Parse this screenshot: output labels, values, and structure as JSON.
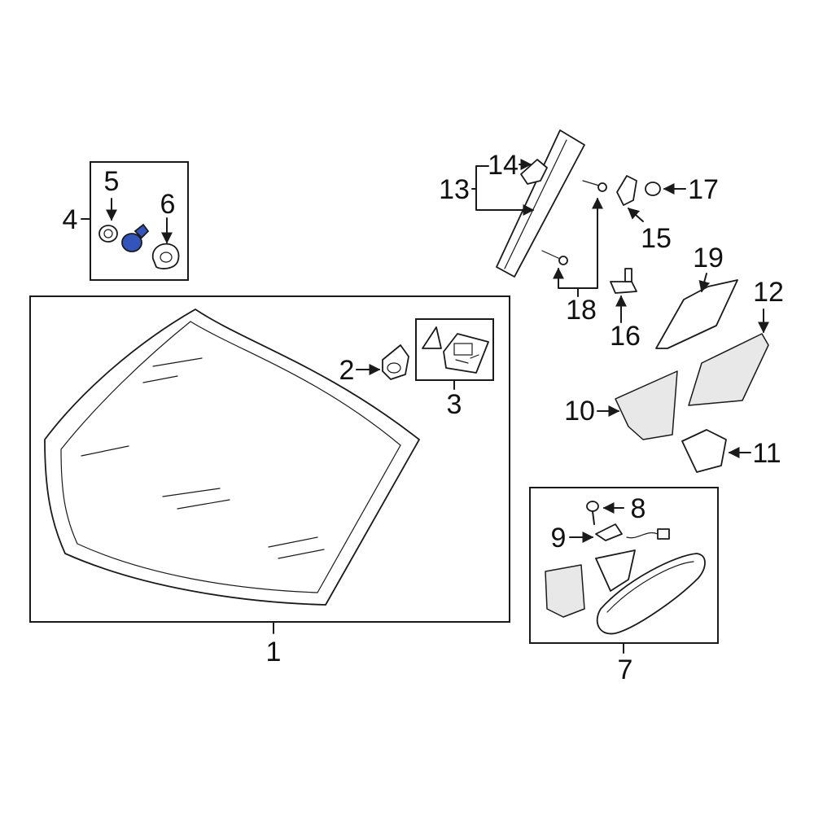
{
  "callouts": [
    {
      "id": "1",
      "label": "1"
    },
    {
      "id": "2",
      "label": "2"
    },
    {
      "id": "3",
      "label": "3"
    },
    {
      "id": "4",
      "label": "4"
    },
    {
      "id": "5",
      "label": "5"
    },
    {
      "id": "6",
      "label": "6"
    },
    {
      "id": "7",
      "label": "7"
    },
    {
      "id": "8",
      "label": "8"
    },
    {
      "id": "9",
      "label": "9"
    },
    {
      "id": "10",
      "label": "10"
    },
    {
      "id": "11",
      "label": "11"
    },
    {
      "id": "12",
      "label": "12"
    },
    {
      "id": "13",
      "label": "13"
    },
    {
      "id": "14",
      "label": "14"
    },
    {
      "id": "15",
      "label": "15"
    },
    {
      "id": "16",
      "label": "16"
    },
    {
      "id": "17",
      "label": "17"
    },
    {
      "id": "18",
      "label": "18"
    },
    {
      "id": "19",
      "label": "19"
    }
  ],
  "highlight_color": "#3355bb",
  "highlighted_part": "4-center-part"
}
